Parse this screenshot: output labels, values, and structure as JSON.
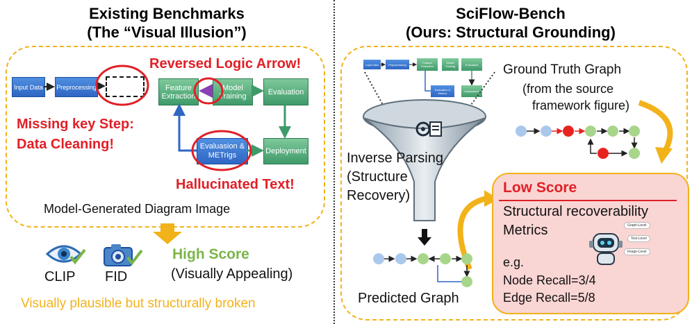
{
  "left": {
    "title_line1": "Existing Benchmarks",
    "title_line2": "(The “Visual Illusion”)",
    "diagram": {
      "input_data": "Input Data",
      "preprocessing": "Preprocessing",
      "feature_extraction": "Feature Extraction",
      "model_training": "Model Training",
      "evaluation": "Evaluation",
      "evaluasion_metrigs": "Evaluasion & METrigs",
      "deployment": "Deployment"
    },
    "notes": {
      "reversed_arrow": "Reversed Logic Arrow!",
      "missing_step_line1": "Missing key Step:",
      "missing_step_line2": "Data Cleaning!",
      "hallucinated": "Hallucinated Text!"
    },
    "caption": "Model-Generated Diagram Image",
    "metrics": {
      "clip": "CLIP",
      "fid": "FID"
    },
    "high_score": "High Score",
    "visually_appealing": "(Visually Appealing)",
    "bottom_note": "Visually plausible but structurally broken"
  },
  "right": {
    "title_line1": "SciFlow-Bench",
    "title_line2": "(Ours: Structural Grounding)",
    "mini_diagram": {
      "input_data": "Input Data",
      "preprocessing": "Preprocessing",
      "feature_extraction": "Feature Extraction",
      "model_training": "Model Training",
      "evaluation": "Evaluation",
      "evaluation_metrics": "Evaluation & Metrics",
      "deployment": "Deployment"
    },
    "ground_truth_title": "Ground Truth Graph",
    "ground_truth_sub1": "(from the source",
    "ground_truth_sub2": "framework figure)",
    "inverse_parsing_1": "Inverse Parsing",
    "inverse_parsing_2": "(Structure",
    "inverse_parsing_3": "Recovery)",
    "predicted_graph": "Predicted Graph",
    "panel": {
      "low_score": "Low Score",
      "line1": "Structural recoverability",
      "line2": "Metrics",
      "eg": "e.g.",
      "node_recall": "Node Recall=3/4",
      "edge_recall": "Edge Recall=5/8",
      "bubbles": [
        "Graph-Level",
        "Text-Level",
        "Image-Level"
      ]
    }
  },
  "colors": {
    "dash_yellow": "#f2b21a",
    "note_red": "#e01f26",
    "high_score_green": "#7ab648",
    "node_blue": "#a9c8ec",
    "node_green": "#a7d58a",
    "node_red": "#e8231f",
    "panel_pink": "#f9d5d3"
  }
}
